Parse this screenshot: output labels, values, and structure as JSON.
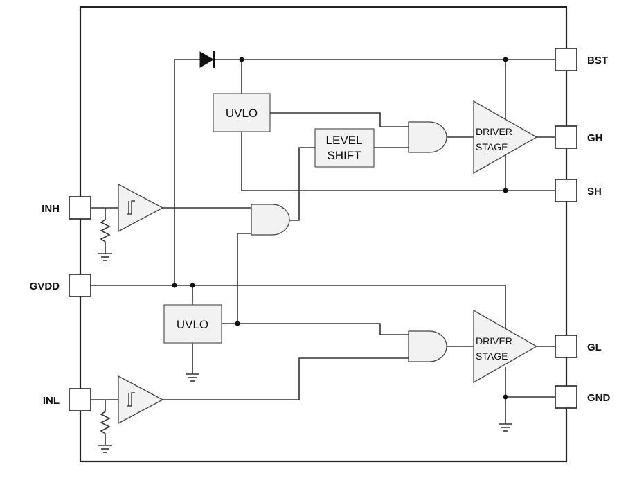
{
  "pins": {
    "bst": "BST",
    "gh": "GH",
    "sh": "SH",
    "inh": "INH",
    "gvdd": "GVDD",
    "gl": "GL",
    "inl": "INL",
    "gnd": "GND"
  },
  "blocks": {
    "uvlo_high": "UVLO",
    "uvlo_low": "UVLO",
    "level_shift_line1": "LEVEL",
    "level_shift_line2": "SHIFT",
    "driver_high_line1": "DRIVER",
    "driver_high_line2": "STAGE",
    "driver_low_line1": "DRIVER",
    "driver_low_line2": "STAGE"
  }
}
